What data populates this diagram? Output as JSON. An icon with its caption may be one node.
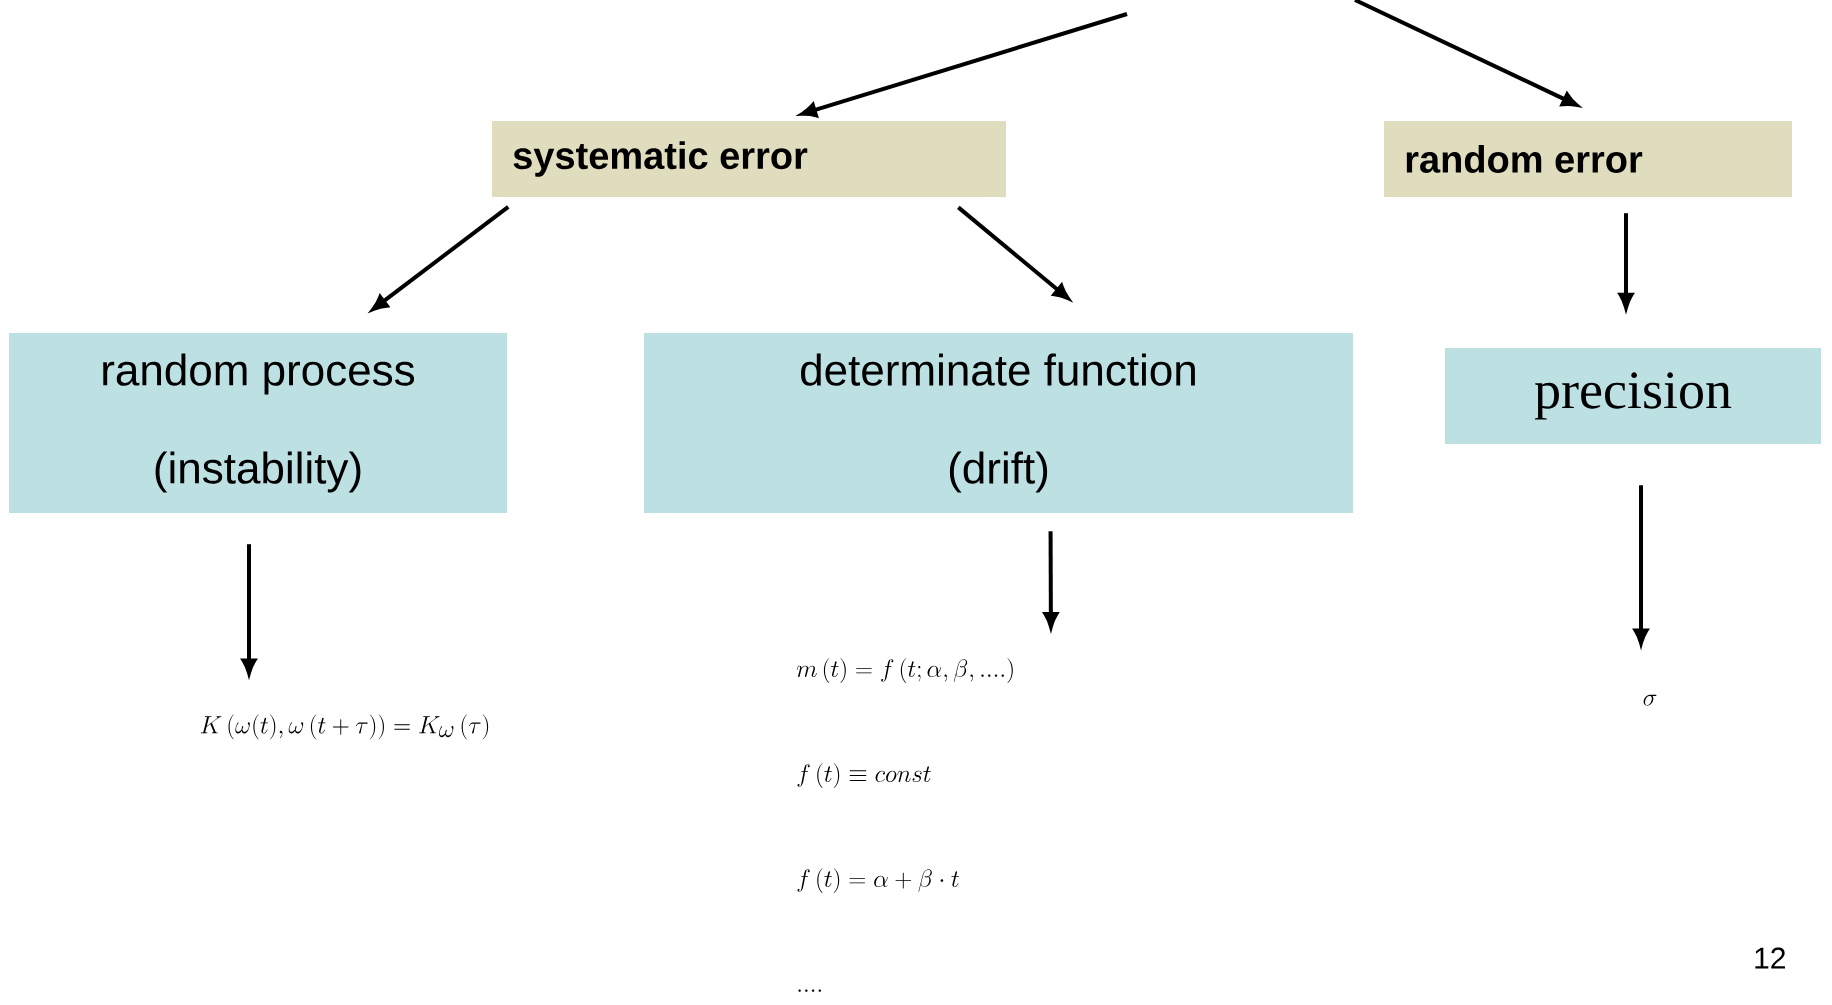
{
  "diagram": {
    "nodes": [
      {
        "text": [
          "systematic error"
        ]
      },
      {
        "text": [
          "random error"
        ]
      },
      {
        "text": [
          "random process",
          "(instability)"
        ]
      },
      {
        "text": [
          "determinate function",
          "(drift)"
        ]
      },
      {
        "text": [
          "precision"
        ]
      },
      {
        "text": [
          "K\\left(\\omega(t),\\omega\\left(t+\\tau\\right)\\right)=K_{\\omega}\\left(\\tau\\right)"
        ]
      },
      {
        "text": [
          "m\\left(t\\right)=f\\left(t;\\alpha,\\beta,....\\right)",
          "f\\left(t\\right)\\equiv const",
          "f\\left(t\\right)=\\alpha+\\beta\\cdot t",
          "...."
        ]
      },
      {
        "text": [
          "\\sigma"
        ]
      }
    ],
    "edges": [
      {
        "from": null,
        "to": 0,
        "arrow": "to"
      },
      {
        "from": null,
        "to": 1,
        "arrow": "to"
      },
      {
        "from": 0,
        "to": 2,
        "arrow": "to"
      },
      {
        "from": 0,
        "to": 3,
        "arrow": "to"
      },
      {
        "from": 1,
        "to": 4,
        "arrow": "to"
      },
      {
        "from": 2,
        "to": 5,
        "arrow": "to"
      },
      {
        "from": 3,
        "to": 6,
        "arrow": "to"
      },
      {
        "from": 4,
        "to": 7,
        "arrow": "to"
      }
    ],
    "labels": [
      "12"
    ]
  }
}
